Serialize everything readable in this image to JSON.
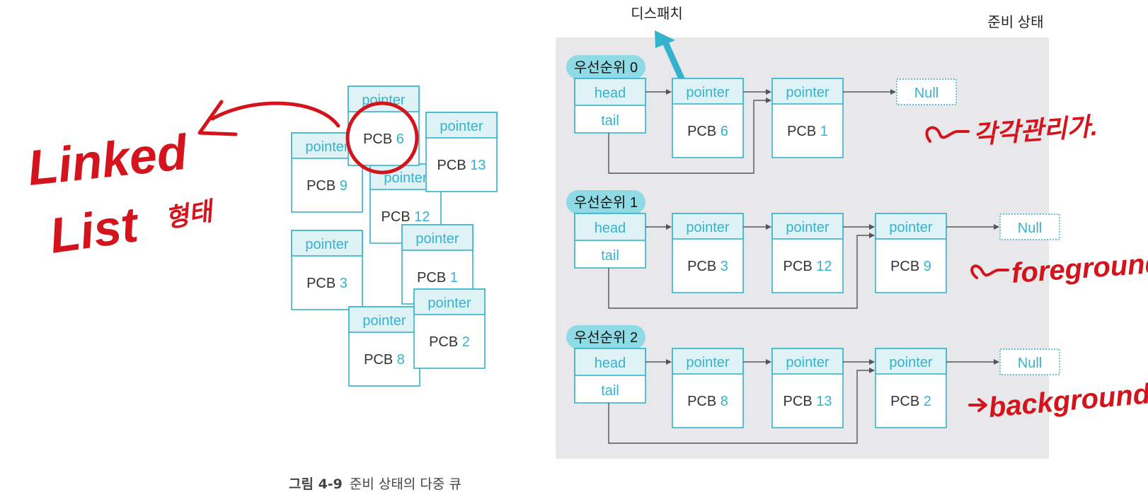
{
  "scatter_blocks": [
    {
      "pointer": "pointer",
      "pcb": "PCB",
      "num": "9"
    },
    {
      "pointer": "pointer",
      "pcb": "PCB",
      "num": "12"
    },
    {
      "pointer": "pointer",
      "pcb": "PCB",
      "num": "6"
    },
    {
      "pointer": "pointer",
      "pcb": "PCB",
      "num": "13"
    },
    {
      "pointer": "pointer",
      "pcb": "PCB",
      "num": "3"
    },
    {
      "pointer": "pointer",
      "pcb": "PCB",
      "num": "1"
    },
    {
      "pointer": "pointer",
      "pcb": "PCB",
      "num": "8"
    },
    {
      "pointer": "pointer",
      "pcb": "PCB",
      "num": "2"
    }
  ],
  "ready_label": "준비 상태",
  "dispatch_label": "디스패치",
  "head_label": "head",
  "tail_label": "tail",
  "pointer_label": "pointer",
  "null_label": "Null",
  "queues": [
    {
      "name": "우선순위 0",
      "nodes": [
        "6",
        "1"
      ]
    },
    {
      "name": "우선순위 1",
      "nodes": [
        "3",
        "12",
        "9"
      ]
    },
    {
      "name": "우선순위 2",
      "nodes": [
        "8",
        "13",
        "2"
      ]
    }
  ],
  "caption": {
    "number": "그림 4-9",
    "text": "준비 상태의 다중 큐"
  },
  "handwriting": {
    "linked": "Linked",
    "list": "List",
    "hyeongtae": "형태",
    "note0": "각각관리가.",
    "note1": "foreground",
    "note2": "background"
  },
  "colors": {
    "accent": "#35b3cc",
    "accent_light": "#dff3f7",
    "label_bg": "#8edbe6",
    "panel": "#e8e8ea",
    "ink": "#d4141c"
  }
}
